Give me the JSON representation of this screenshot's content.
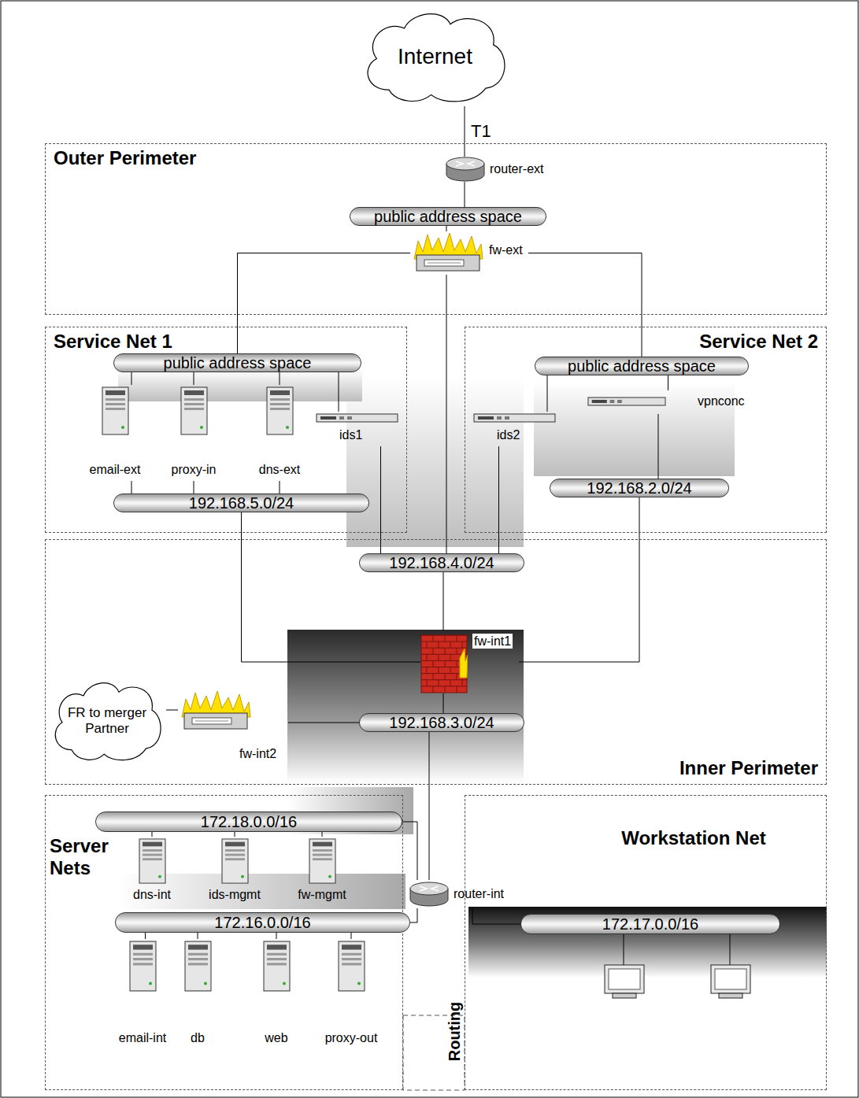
{
  "diagram": {
    "nodes": [
      {
        "text": [
          "Internet"
        ]
      },
      {
        "text": [
          "Outer Perimeter"
        ]
      },
      {
        "text": [
          "router-ext"
        ],
        "in": 1
      },
      {
        "text": [
          "public address space"
        ],
        "in": 1
      },
      {
        "text": [
          "fw-ext"
        ],
        "in": 1
      },
      {
        "text": [
          "Service Net 1"
        ]
      },
      {
        "text": [
          "public address space"
        ],
        "in": 5
      },
      {
        "text": [
          "email-ext"
        ],
        "in": 5
      },
      {
        "text": [
          "proxy-in"
        ],
        "in": 5
      },
      {
        "text": [
          "dns-ext"
        ],
        "in": 5
      },
      {
        "text": [
          "ids1"
        ],
        "in": 5
      },
      {
        "text": [
          "192.168.5.0/24"
        ],
        "in": 5
      },
      {
        "text": [
          "Service Net 2"
        ]
      },
      {
        "text": [
          "public address space"
        ],
        "in": 12
      },
      {
        "text": [
          "ids2"
        ],
        "in": 12
      },
      {
        "text": [
          "vpnconc"
        ],
        "in": 12
      },
      {
        "text": [
          "192.168.2.0/24"
        ],
        "in": 12
      },
      {
        "text": [
          "Inner Perimeter"
        ]
      },
      {
        "text": [
          "192.168.4.0/24"
        ],
        "in": 17
      },
      {
        "text": [
          "fw-int1"
        ],
        "in": 17
      },
      {
        "text": [
          "FR to merger Partner"
        ],
        "in": 17
      },
      {
        "text": [
          "fw-int2"
        ],
        "in": 17
      },
      {
        "text": [
          "192.168.3.0/24"
        ],
        "in": 17
      },
      {
        "text": [
          "Server Nets"
        ]
      },
      {
        "text": [
          "172.18.0.0/16"
        ],
        "in": 23
      },
      {
        "text": [
          "dns-int"
        ],
        "in": 23
      },
      {
        "text": [
          "ids-mgmt"
        ],
        "in": 23
      },
      {
        "text": [
          "fw-mgmt"
        ],
        "in": 23
      },
      {
        "text": [
          "172.16.0.0/16"
        ],
        "in": 23
      },
      {
        "text": [
          "email-int"
        ],
        "in": 23
      },
      {
        "text": [
          "db"
        ],
        "in": 23
      },
      {
        "text": [
          "web"
        ],
        "in": 23
      },
      {
        "text": [
          "proxy-out"
        ],
        "in": 23
      },
      {
        "text": [
          "router-int"
        ]
      },
      {
        "text": [
          "Workstation Net"
        ]
      },
      {
        "text": [
          "172.17.0.0/16"
        ],
        "in": 34
      }
    ],
    "edges": [
      {
        "from": 0,
        "to": 2,
        "label": "T1",
        "arrow": "none"
      },
      {
        "from": 2,
        "to": 3,
        "arrow": "none"
      },
      {
        "from": 3,
        "to": 4,
        "arrow": "none"
      },
      {
        "from": 4,
        "to": 6,
        "arrow": "none"
      },
      {
        "from": 4,
        "to": 13,
        "arrow": "none"
      },
      {
        "from": 4,
        "to": 18,
        "arrow": "none"
      },
      {
        "from": 6,
        "to": 7,
        "arrow": "none"
      },
      {
        "from": 6,
        "to": 8,
        "arrow": "none"
      },
      {
        "from": 6,
        "to": 9,
        "arrow": "none"
      },
      {
        "from": 7,
        "to": 11,
        "arrow": "none"
      },
      {
        "from": 8,
        "to": 11,
        "arrow": "none"
      },
      {
        "from": 9,
        "to": 11,
        "arrow": "none"
      },
      {
        "from": 6,
        "to": 10,
        "arrow": "none"
      },
      {
        "from": 10,
        "to": 18,
        "arrow": "none"
      },
      {
        "from": 13,
        "to": 14,
        "arrow": "none"
      },
      {
        "from": 13,
        "to": 15,
        "arrow": "none"
      },
      {
        "from": 15,
        "to": 16,
        "arrow": "none"
      },
      {
        "from": 14,
        "to": 18,
        "arrow": "none"
      },
      {
        "from": 11,
        "to": 19,
        "arrow": "none"
      },
      {
        "from": 16,
        "to": 19,
        "arrow": "none"
      },
      {
        "from": 18,
        "to": 19,
        "arrow": "none"
      },
      {
        "from": 19,
        "to": 22,
        "arrow": "none"
      },
      {
        "from": 20,
        "to": 21,
        "arrow": "none"
      },
      {
        "from": 21,
        "to": 22,
        "arrow": "none"
      },
      {
        "from": 22,
        "to": 33,
        "arrow": "none"
      },
      {
        "from": 33,
        "to": 24,
        "arrow": "none"
      },
      {
        "from": 33,
        "to": 28,
        "arrow": "none"
      },
      {
        "from": 33,
        "to": 35,
        "arrow": "none"
      },
      {
        "from": 24,
        "to": 25,
        "arrow": "none"
      },
      {
        "from": 24,
        "to": 26,
        "arrow": "none"
      },
      {
        "from": 24,
        "to": 27,
        "arrow": "none"
      },
      {
        "from": 28,
        "to": 29,
        "arrow": "none"
      },
      {
        "from": 28,
        "to": 30,
        "arrow": "none"
      },
      {
        "from": 28,
        "to": 31,
        "arrow": "none"
      },
      {
        "from": 28,
        "to": 32,
        "arrow": "none"
      }
    ],
    "labels": [
      "Routing"
    ]
  }
}
